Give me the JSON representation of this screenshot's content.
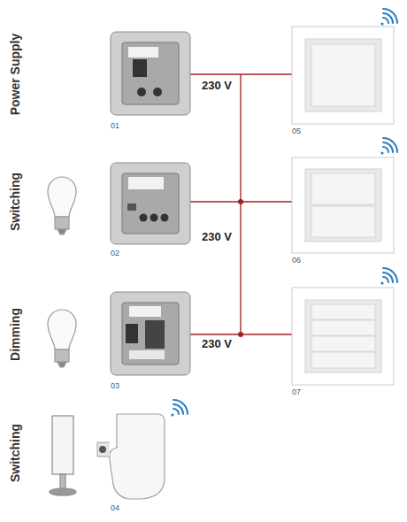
{
  "diagram": {
    "labels": [
      "Power Supply",
      "01",
      "230 V",
      "05",
      "Switching",
      "02",
      "230 V",
      "06",
      "Dimming",
      "03",
      "230 V",
      "07",
      "Switching",
      "04"
    ]
  }
}
